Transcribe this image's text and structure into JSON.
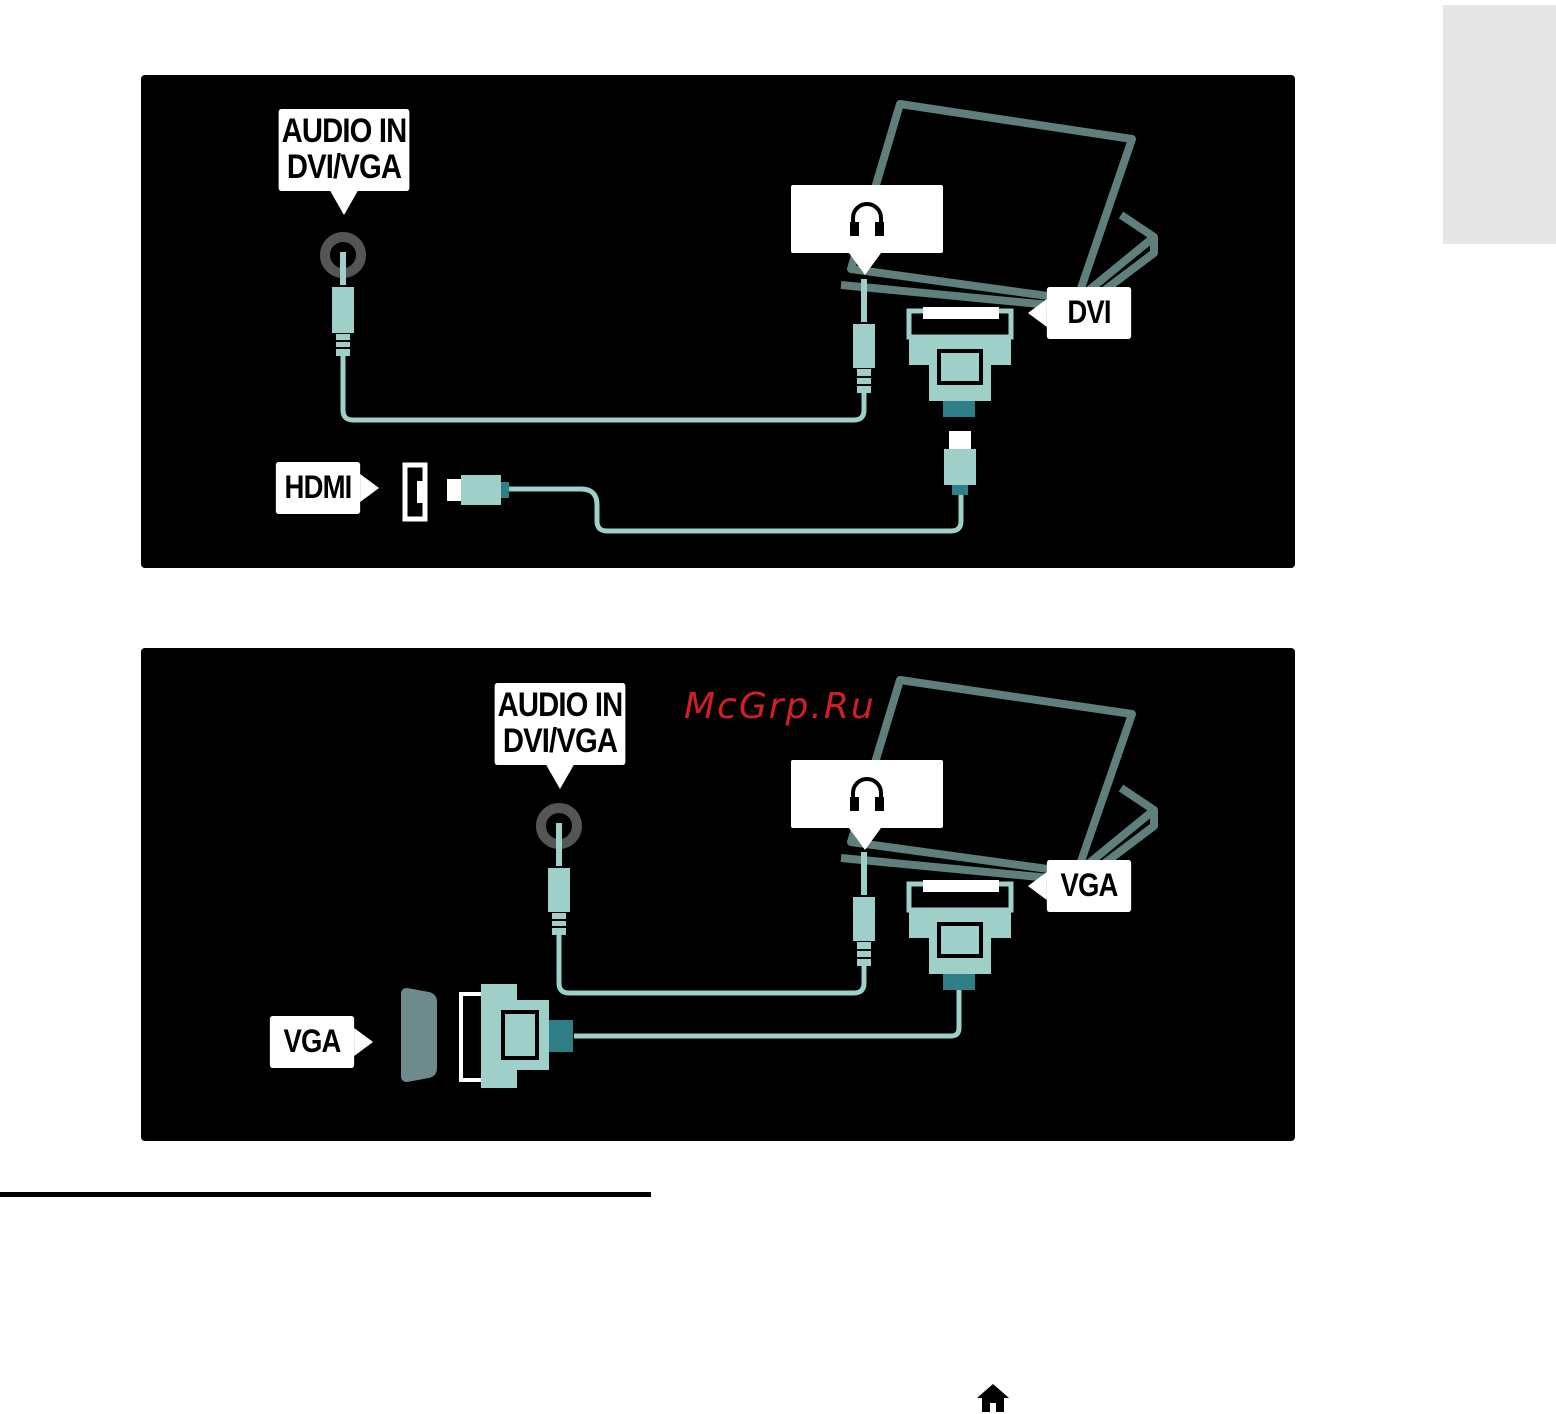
{
  "colors": {
    "cable": "#9ecfc9",
    "laptop": "#5f7f7d",
    "port": "#6f8a8c",
    "panel_bg": "#000000"
  },
  "diagram_top": {
    "audio_in_label": [
      "AUDIO IN",
      "DVI/VGA"
    ],
    "headphone_icon": "headphones-icon",
    "dvi_label": "DVI",
    "hdmi_label": "HDMI"
  },
  "diagram_bottom": {
    "audio_in_label": [
      "AUDIO IN",
      "DVI/VGA"
    ],
    "headphone_icon": "headphones-icon",
    "vga_pc_label": "VGA",
    "vga_tv_label": "VGA"
  },
  "watermark": "McGrp.Ru",
  "footer": {
    "home_icon": "home-icon"
  }
}
